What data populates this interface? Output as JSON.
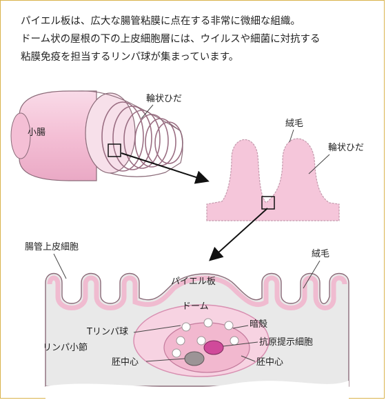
{
  "intro": {
    "line1": "パイエル板は、広大な腸管粘膜に点在する非常に微細な組織。",
    "line2": "ドーム状の屋根の下の上皮細胞層には、ウイルスや細菌に対抗する",
    "line3": "粘膜免疫を担当するリンパ球が集まっています。"
  },
  "labels": {
    "small_intestine": "小腸",
    "circular_folds_1": "輪状ひだ",
    "villi_1": "絨毛",
    "circular_folds_2": "輪状ひだ",
    "intestinal_epithelial_cells": "腸管上皮細胞",
    "villi_2": "絨毛",
    "peyers_patch": "パイエル板",
    "dome": "ドーム",
    "t_lymphocyte": "Tリンパ球",
    "dark_shell": "暗殻",
    "lymph_node": "リンパ小節",
    "antigen_presenting_cell": "抗原提示細胞",
    "germinal_center_1": "胚中心",
    "germinal_center_2": "胚中心"
  },
  "colors": {
    "tissue_pink": "#f5c6da",
    "tissue_light": "#f7e6ee",
    "outline": "#8a6a78",
    "gray_fill": "#e9e9e9",
    "arrow": "#111111",
    "frame": "#d9b24a",
    "cell_magenta": "#d04a9a",
    "cell_gray": "#9c9496"
  }
}
